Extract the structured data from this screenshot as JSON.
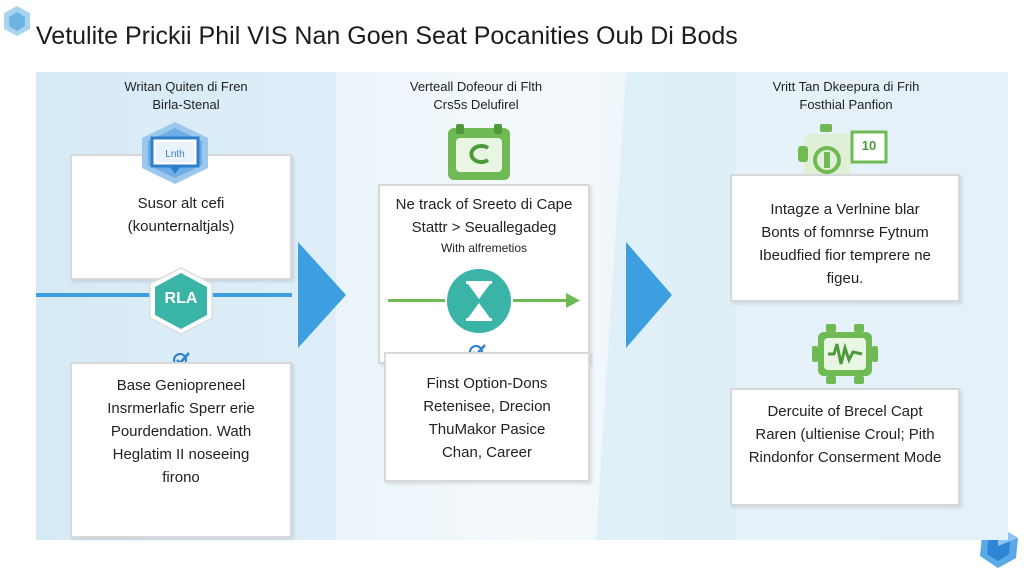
{
  "title": "Vetulite Prickii Phil VIS Nan Goen Seat Pocanities Oub Di Bods",
  "columns": [
    {
      "header": [
        "Writan Quiten di Fren",
        "Birla-Stenal"
      ],
      "icon_label": "Lnth",
      "box1": [
        "Susor alt cefi",
        "(kounternaltjals)"
      ],
      "node_label": "RLA",
      "box2": [
        "Base Geniopreneel",
        "Insrmerlafic Sperr erie",
        "Pourdendation. Wath",
        "Heglatim II noseeing",
        "firono"
      ]
    },
    {
      "header": [
        "Verteall Dofeour di Flth",
        "Crs5s Delufirel"
      ],
      "box1": [
        "Ne track of Sreeto di Cape",
        "Stattr > Seuallegadeg"
      ],
      "box1_small": "With alfremetios",
      "box2": [
        "Finst Option-Dons",
        "Retenisee, Drecion",
        "ThuMakor Pasice",
        "Chan, Career"
      ]
    },
    {
      "header": [
        "Vritt Tan Dkeepura di Frih",
        "Fosthial Panfion"
      ],
      "icon_label": "10",
      "box1": [
        "Intagze a Verlnine blar",
        "Bonts of fomnrse Fytnum",
        "Ibeudfied fior temprere ne",
        "figeu."
      ],
      "box2": [
        "Dercuite of Brecel Capt",
        "Raren (ultienise Croul; Pith",
        "Rindonfor Conserment Mode"
      ]
    }
  ],
  "colors": {
    "arrow_blue": "#3d9ee0",
    "teal": "#3bb4a8",
    "green": "#6fba55",
    "icon_blue": "#2f7fcf"
  }
}
